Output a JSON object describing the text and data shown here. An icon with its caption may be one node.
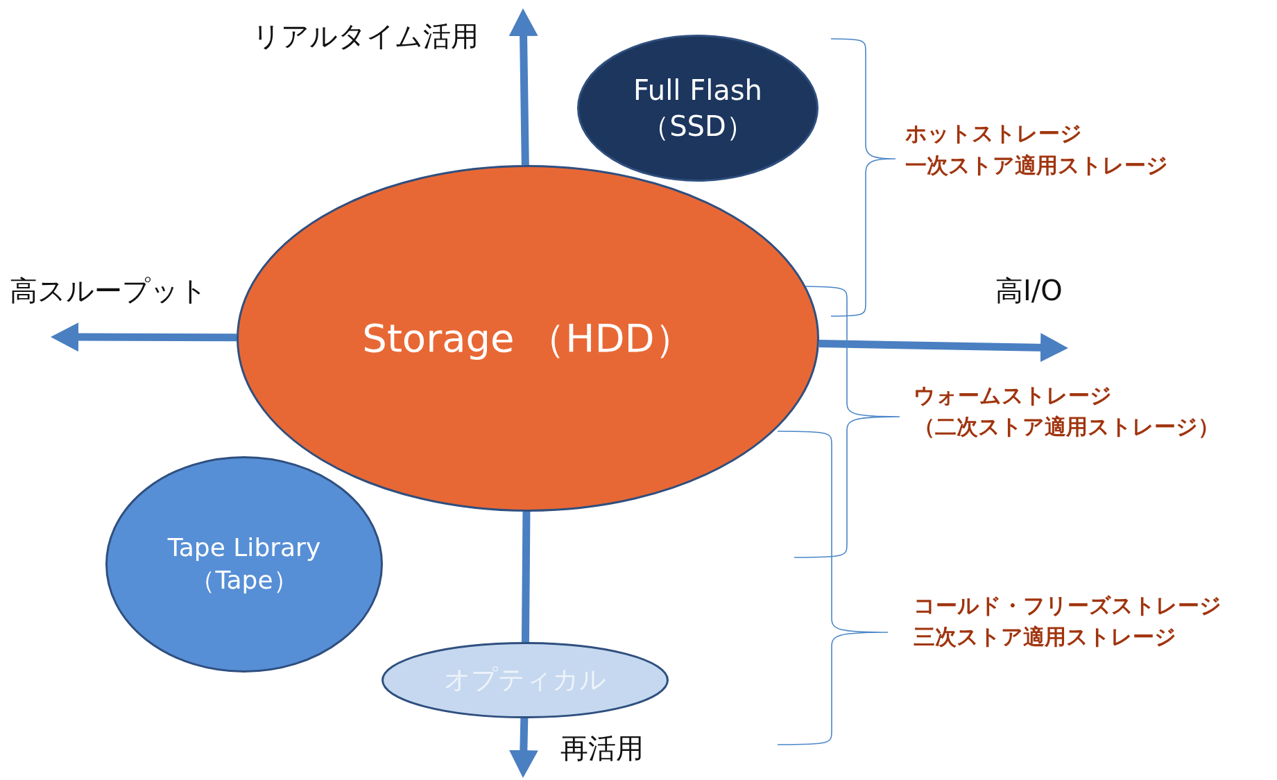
{
  "diagram": {
    "nodes": [
      {
        "text": [
          "Full Flash （SSD）"
        ]
      },
      {
        "text": [
          "Storage （HDD）"
        ]
      },
      {
        "text": [
          "Tape Library （Tape）"
        ]
      },
      {
        "text": [
          "オプティカル"
        ]
      }
    ],
    "edges": [
      {
        "from": 1,
        "to": null,
        "arrow": "to"
      },
      {
        "from": 1,
        "to": null,
        "arrow": "to"
      },
      {
        "from": 1,
        "to": null,
        "arrow": "to"
      },
      {
        "from": 1,
        "to": 3,
        "arrow": "none"
      },
      {
        "from": 3,
        "to": null,
        "arrow": "to"
      }
    ],
    "labels": [
      "リアルタイム活用",
      "高スループット",
      "高I/O",
      "再活用",
      "ホットストレージ",
      "一次ストア適用ストレージ",
      "ウォームストレージ",
      "（二次ストア適用ストレージ）",
      "コールド・フリーズストレージ",
      "三次ストア適用ストレージ"
    ]
  }
}
